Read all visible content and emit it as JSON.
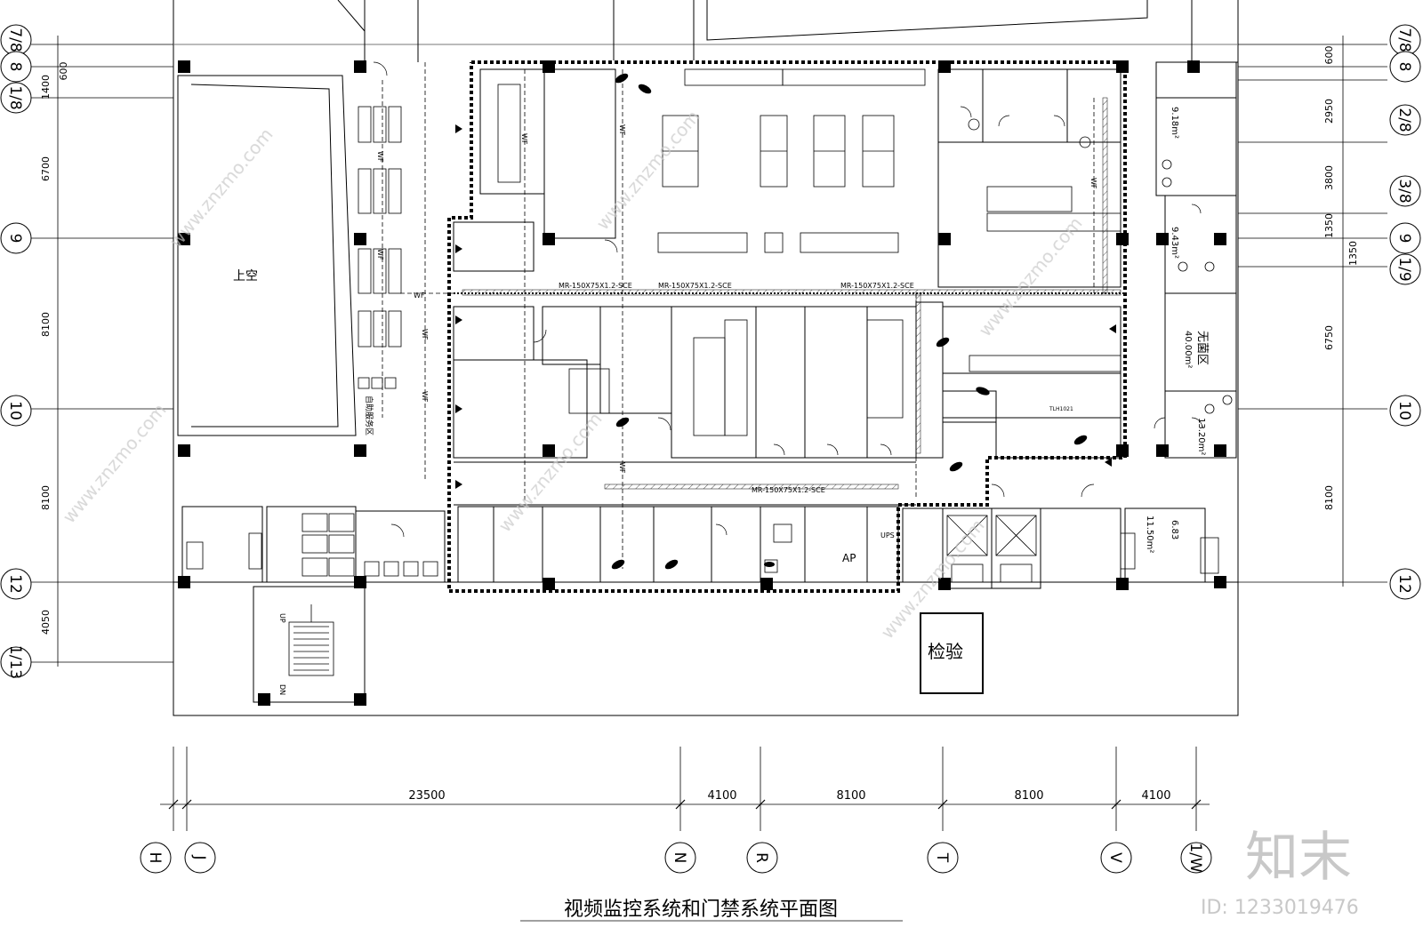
{
  "title": "视频监控系统和门禁系统平面图",
  "watermark": {
    "brand": "知末",
    "id": "ID: 1233019476",
    "site": "www.znzmo.com"
  },
  "inspection_box": "检验",
  "left_axes": [
    "7/8",
    "8",
    "1/8",
    "9",
    "10",
    "12",
    "1/13"
  ],
  "right_axes": [
    "7/8",
    "8",
    "2/8",
    "3/8",
    "9",
    "1/9",
    "10",
    "12"
  ],
  "bottom_axes": [
    "H",
    "J",
    "N",
    "R",
    "T",
    "V",
    "1/W"
  ],
  "left_dims": [
    "1400",
    "600",
    "6700",
    "8100",
    "8100",
    "4050"
  ],
  "right_dims": [
    "600",
    "2950",
    "3800",
    "1350",
    "1350",
    "6750",
    "8100"
  ],
  "bottom_dims": [
    "23500",
    "4100",
    "8100",
    "8100",
    "4100"
  ],
  "rooms": {
    "void": "上空",
    "changing": "自助服务区",
    "sterile_zone": "无菌区",
    "sterile_area": "40.00m²",
    "buffer_area": "13.20m²",
    "room_a_area": "9.18m²",
    "room_b_area": "9.43m²",
    "dressing_area": "11.50m²",
    "dressing_b_area": "6.83"
  },
  "pipe_labels": [
    "MR-150X75X1.2-SCE",
    "MR-150X75X1.2-SCE",
    "MR-150X75X1.2-SCE",
    "MR-150X75X1.2-SCE"
  ],
  "small_labels": {
    "wf": "WF",
    "up": "UP",
    "dn": "DN",
    "ups": "UPS",
    "ap": "AP",
    "tlh": "TLH1021"
  }
}
